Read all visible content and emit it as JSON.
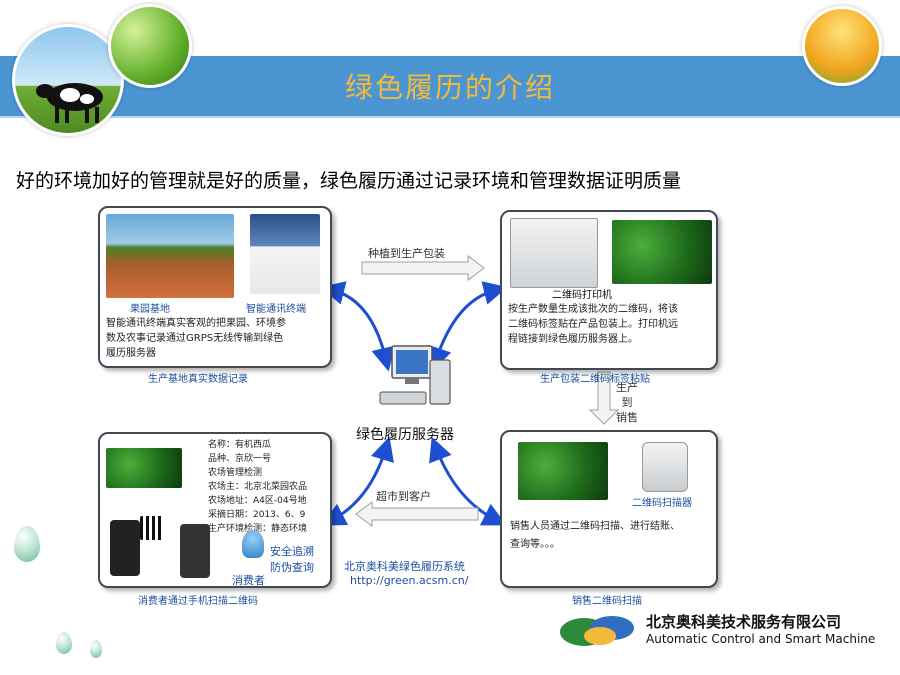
{
  "header": {
    "title": "绿色履历的介绍"
  },
  "subtitle": "好的环境加好的管理就是好的质量，绿色履历通过记录环境和管理数据证明质量",
  "panels": {
    "top_left": {
      "img1_label": "果园基地",
      "img2_label": "智能通讯终端",
      "desc_lines": [
        "智能通讯终端真实客观的把果园、环境参",
        "数及农事记录通过GRPS无线传输到绿色",
        "履历服务器"
      ],
      "caption": "生产基地真实数据记录"
    },
    "top_right": {
      "img_label": "二维码打印机",
      "desc_lines": [
        "按生产数量生成该批次的二维码，将该",
        "二维码标签贴在产品包装上。打印机远",
        "程链接到绿色履历服务器上。"
      ],
      "caption": "生产包装二维码标签粘贴"
    },
    "bottom_left": {
      "info_lines": [
        "名称：有机西瓜",
        "品种、京欣一号",
        "农场管理检测",
        "农场主：北京北菜园农品",
        "农场地址：A4区-04号地",
        "采摘日期：2013、6、9",
        "生产环境检测：静态环境"
      ],
      "trace_lines": [
        "安全追溯",
        "防伪查询"
      ],
      "consumer_label": "消费者",
      "caption": "消费者通过手机扫描二维码"
    },
    "bottom_right": {
      "img_label": "二维码扫描器",
      "desc_lines": [
        "销售人员通过二维码扫描、进行结账、",
        "查询等。。。"
      ],
      "caption": "销售二维码扫描"
    }
  },
  "center": {
    "server_label": "绿色履历服务器",
    "system_name": "北京奥科美绿色履历系统",
    "url": "http://green.acsm.cn/"
  },
  "flows": {
    "top": "种植到生产包装",
    "right_lines": [
      "生产",
      "到",
      "销售"
    ],
    "bottom": "超市到客户"
  },
  "company": {
    "name_cn": "北京奥科美技术服务有限公司",
    "name_en": "Automatic Control and Smart Machine"
  },
  "colors": {
    "banner": "#4b96d2",
    "title": "#f4b93a",
    "arrow": "#1f4fd1",
    "caption": "#1c4fa0"
  }
}
